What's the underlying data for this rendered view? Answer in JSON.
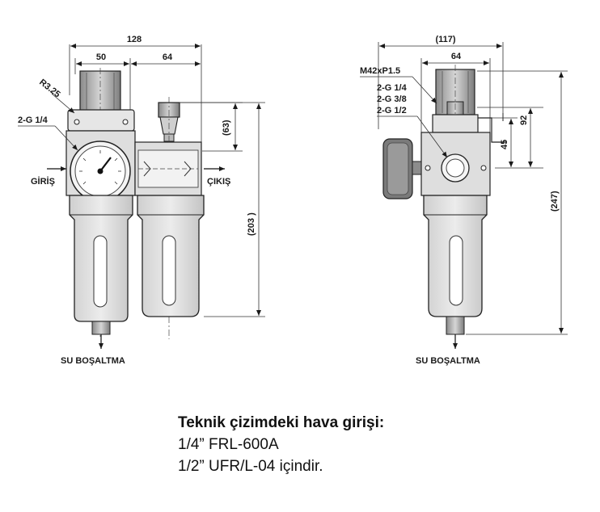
{
  "left_view": {
    "dim_overall_width": "128",
    "dim_regulator_width": "50",
    "dim_lubricator_width": "64",
    "dim_upper_height": "(63)",
    "dim_total_height": "(203 )",
    "radius_label": "R3.25",
    "port_label": "2-G 1/4",
    "inlet_label": "GİRİŞ",
    "outlet_label": "ÇIKIŞ",
    "drain_label": "SU BOŞALTMA"
  },
  "right_view": {
    "dim_overall_width": "(117)",
    "dim_body_width": "64",
    "dim_92": "92",
    "dim_45": "45",
    "dim_total_height": "(247)",
    "thread_label": "M42xP1.5",
    "port_labels": [
      "2-G 1/4",
      "2-G 3/8",
      "2-G 1/2"
    ],
    "drain_label": "SU BOŞALTMA"
  },
  "caption": {
    "heading": "Teknik çizimdeki hava girişi:",
    "line1": "1/4” FRL-600A",
    "line2": "1/2” UFR/L-04 içindir."
  }
}
